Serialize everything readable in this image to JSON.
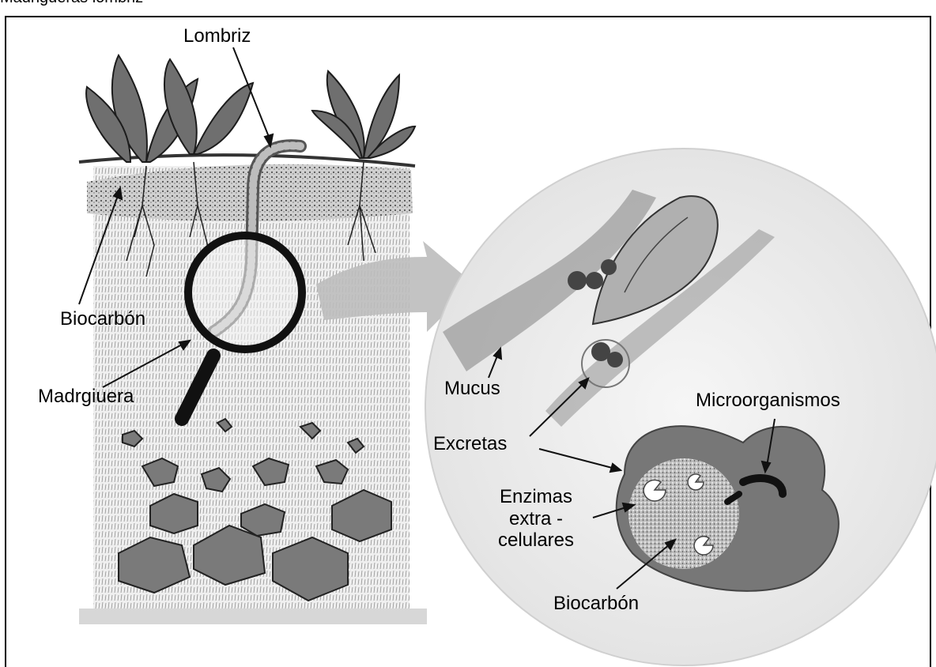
{
  "heading": "Madrigueras lombriz",
  "labels": {
    "lombriz": "Lombriz",
    "biocarbon_left": "Biocarbón",
    "madrguiera": "Madrgiuera",
    "mucus": "Mucus",
    "excretas": "Excretas",
    "microorganismos": "Microorganismos",
    "enzimas_line1": "Enzimas",
    "enzimas_line2": "extra -",
    "enzimas_line3": "celulares",
    "biocarbon_right": "Biocarbón"
  },
  "icons": [
    "magnifying-glass-icon",
    "arrow-icon"
  ]
}
